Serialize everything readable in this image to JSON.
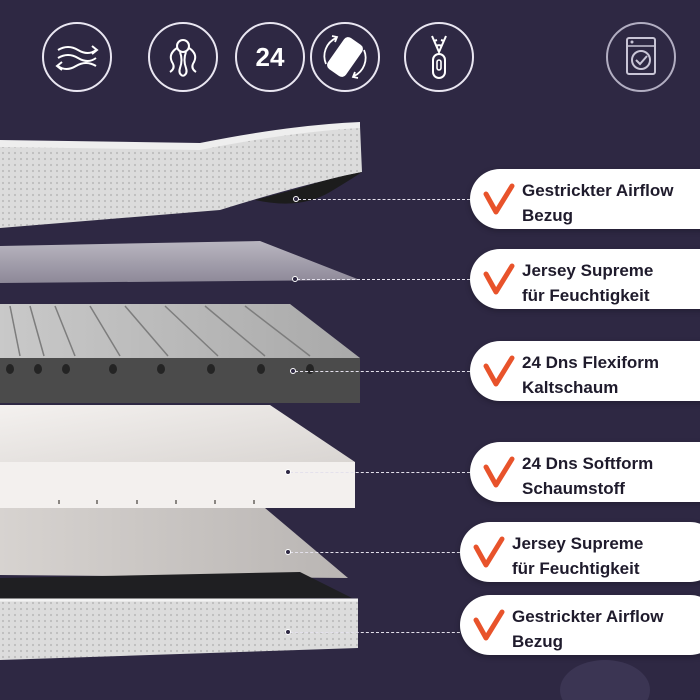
{
  "top_icons": {
    "airflow_icon": "airflow-arrows-icon",
    "elastic_icon": "elastic-loops-icon",
    "turn_badge": "24",
    "turn_icon": "rotate-mattress-icon",
    "zipper_icon": "zipper-icon",
    "washing_icon": "washing-machine-icon"
  },
  "labels": [
    {
      "line1": "Gestrickter Airflow",
      "line2": "Bezug"
    },
    {
      "line1": "Jersey Supreme",
      "line2": "für Feuchtigkeit"
    },
    {
      "line1": "24 Dns Flexiform",
      "line2": "Kaltschaum"
    },
    {
      "line1": "24 Dns Softform",
      "line2": "Schaumstoff"
    },
    {
      "line1": "Jersey Supreme",
      "line2": "für Feuchtigkeit"
    },
    {
      "line1": "Gestrickter Airflow",
      "line2": "Bezug"
    }
  ],
  "colors": {
    "background": "#2e2843",
    "accent_check": "#e8532b",
    "pill": "#ffffff",
    "label_text": "#1f1b2c"
  }
}
